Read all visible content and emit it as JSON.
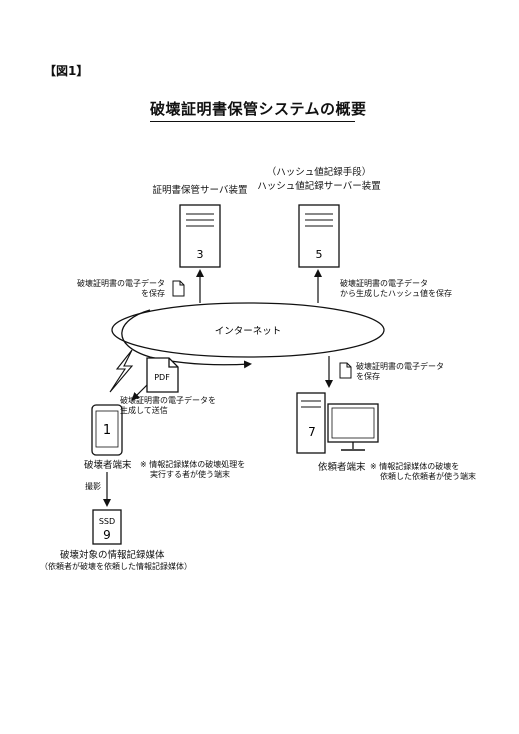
{
  "figure_label": "【図1】",
  "title": "破壊証明書保管システムの概要",
  "server_a": {
    "label": "証明書保管サーバ装置",
    "number": "3",
    "note_line1": "破壊証明書の電子データ",
    "note_line2": "を保存"
  },
  "server_b": {
    "label_line1": "（ハッシュ値記録手段）",
    "label_line2": "ハッシュ値記録サーバー装置",
    "number": "5",
    "note_line1": "破壊証明書の電子データ",
    "note_line2": "から生成したハッシュ値を保存"
  },
  "internet_label": "インターネット",
  "pdf_label": "PDF",
  "pdf_note_line1": "破壊証明書の電子データを",
  "pdf_note_line2": "生成して送信",
  "terminal": {
    "number": "1",
    "label": "破壊者端末",
    "note_line1": "※ 情報記録媒体の破壊処理を",
    "note_line2": "実行する者が使う端末"
  },
  "photo_label": "撮影",
  "ssd": {
    "text": "SSD",
    "number": "9",
    "label": "破壊対象の情報記録媒体",
    "sub": "（依頼者が破壊を依頼した情報記録媒体）"
  },
  "requester": {
    "number": "7",
    "label": "依頼者端末",
    "note_line1": "※ 情報記録媒体の破壊を",
    "note_line2": "依頼した依頼者が使う端末",
    "save_line1": "破壊証明書の電子データ",
    "save_line2": "を保存"
  }
}
